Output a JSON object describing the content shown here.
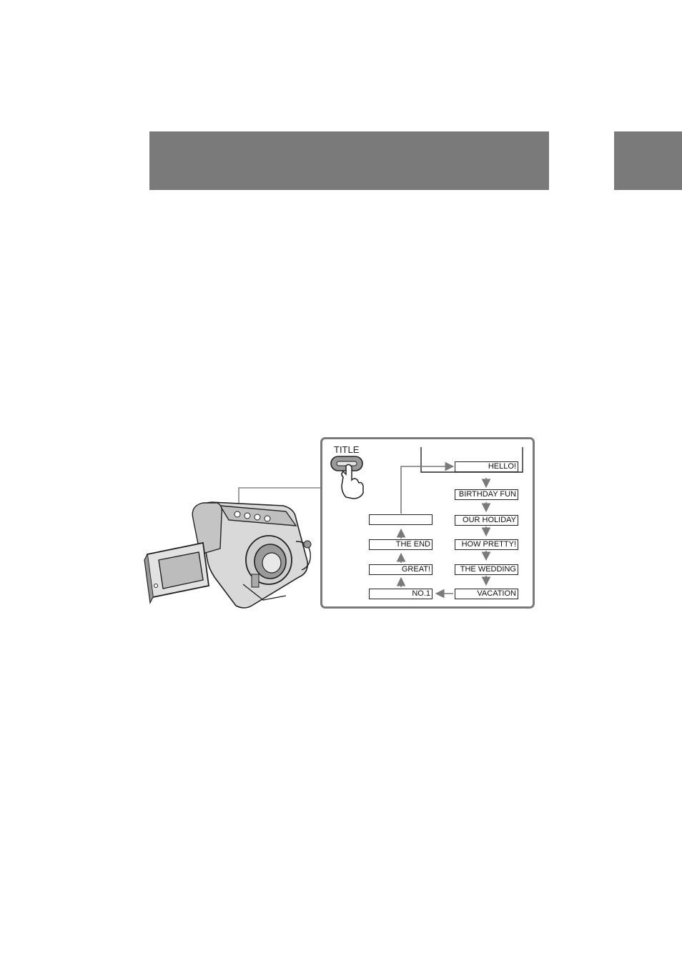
{
  "header": {
    "bar_color": "#7a7a7a"
  },
  "diagram": {
    "button_label": "TITLE",
    "right_column": [
      "HELLO!",
      "BIRTHDAY FUN",
      "OUR HOLIDAY",
      "HOW PRETTY!",
      "THE WEDDING",
      "VACATION"
    ],
    "left_column_bottom_up": [
      "NO.1",
      "GREAT!",
      "THE END",
      ""
    ],
    "icons": [
      "camcorder-icon",
      "pressing-hand-icon",
      "title-button-icon"
    ]
  }
}
